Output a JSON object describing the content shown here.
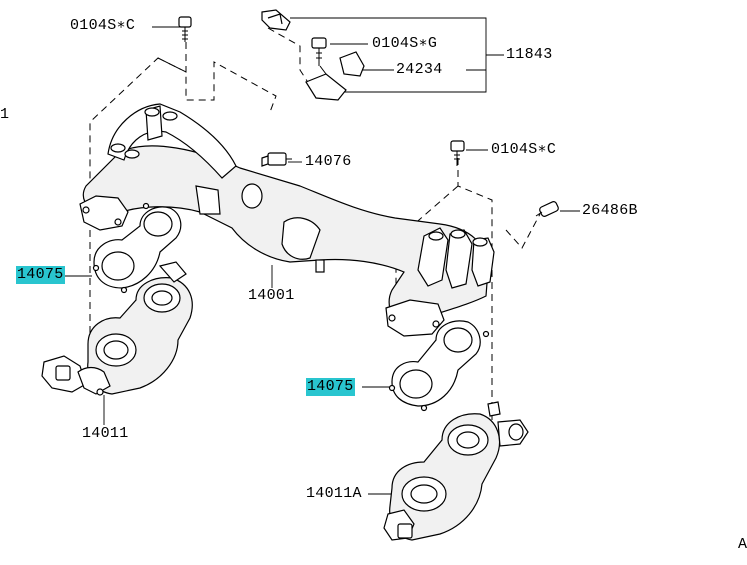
{
  "callouts": {
    "bolt_top_left": "0104S∗C",
    "bolt_bracket": "0104S∗G",
    "bracket": "24234",
    "assembly": "11843",
    "sensor": "14076",
    "bolt_right": "0104S∗C",
    "hose": "26486B",
    "gasket_left": "14075",
    "manifold": "14001",
    "gasket_right": "14075",
    "throttle_left": "14011",
    "throttle_right": "14011A"
  },
  "highlight_color": "#29c5cf",
  "edge_fragments": {
    "left": "1",
    "bottom_right": "A"
  }
}
